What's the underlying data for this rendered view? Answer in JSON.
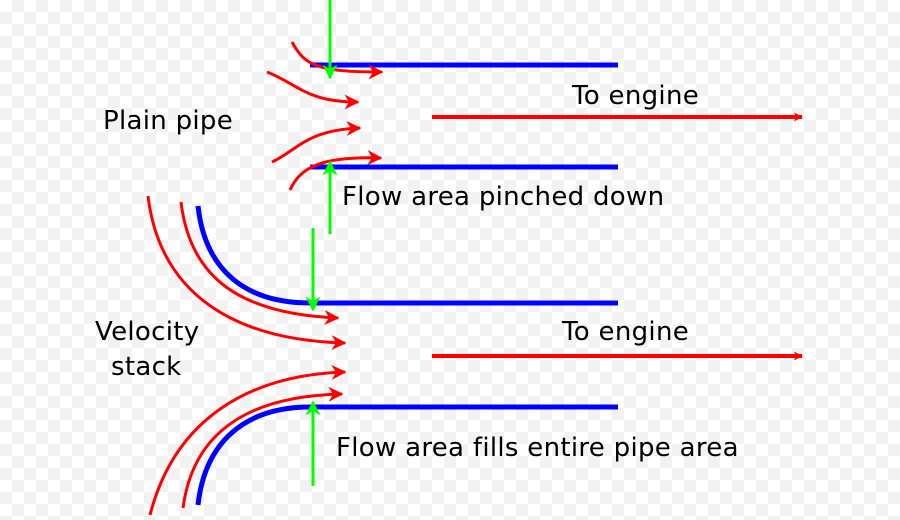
{
  "colors": {
    "pipe": "#0000ff",
    "flow": "#ff0000",
    "pointer": "#00ff00",
    "text": "#000000"
  },
  "plain_pipe": {
    "label": "Plain pipe",
    "engine_label": "To engine",
    "annotation": "Flow area pinched down"
  },
  "velocity_stack": {
    "label_line1": "Velocity",
    "label_line2": "stack",
    "engine_label": "To engine",
    "annotation": "Flow area fills entire pipe area"
  }
}
